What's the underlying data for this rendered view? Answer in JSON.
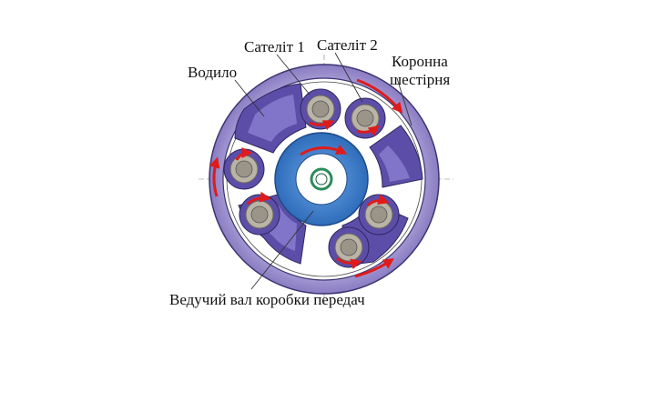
{
  "labels": {
    "carrier": "Водило",
    "satellite1": "Сателіт 1",
    "satellite2": "Сателіт 2",
    "ring_gear_line1": "Коронна",
    "ring_gear_line2": "шестірня",
    "input_shaft": "Ведучий вал коробки передач"
  },
  "colors": {
    "ring_outer": "#9c8fc8",
    "carrier_body": "#5c4ea8",
    "carrier_light": "#8a7fd0",
    "sun_gear": "#3a7ac8",
    "sun_gear_light": "#5d9be0",
    "bearing": "#b9b4a6",
    "arrow_red": "#e01b1b",
    "shaft_green": "#2a8c5a"
  }
}
